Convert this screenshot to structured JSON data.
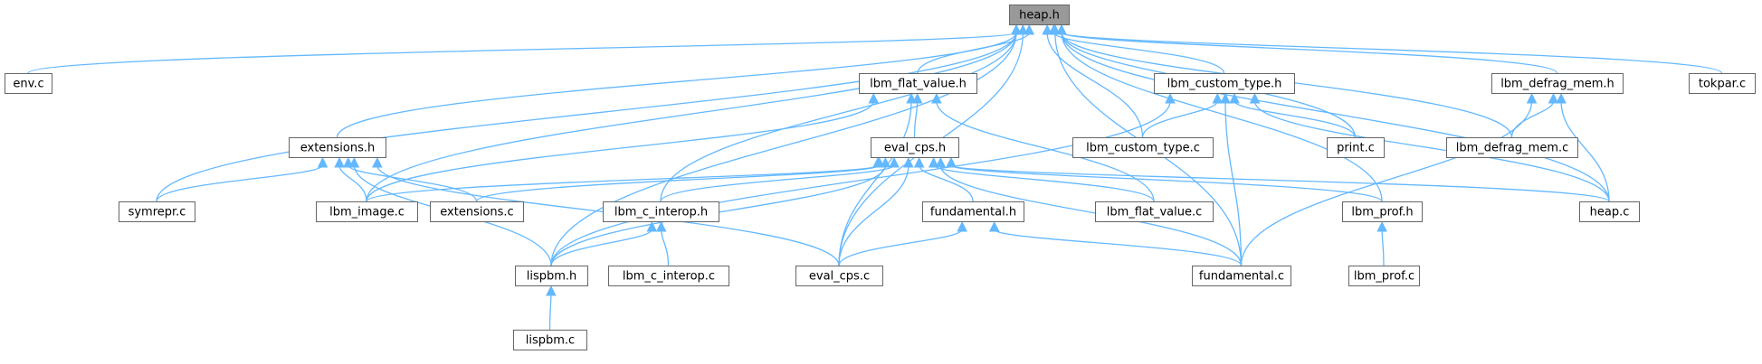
{
  "diagram": {
    "root": "heap.h",
    "nodes": [
      {
        "id": "heap_h",
        "label": "heap.h",
        "root": true
      },
      {
        "id": "env_c",
        "label": "env.c"
      },
      {
        "id": "lbm_flat_value_h",
        "label": "lbm_flat_value.h"
      },
      {
        "id": "lbm_custom_type_h",
        "label": "lbm_custom_type.h"
      },
      {
        "id": "lbm_defrag_mem_h",
        "label": "lbm_defrag_mem.h"
      },
      {
        "id": "tokpar_c",
        "label": "tokpar.c"
      },
      {
        "id": "extensions_h",
        "label": "extensions.h"
      },
      {
        "id": "eval_cps_h",
        "label": "eval_cps.h"
      },
      {
        "id": "lbm_custom_type_c",
        "label": "lbm_custom_type.c"
      },
      {
        "id": "print_c",
        "label": "print.c"
      },
      {
        "id": "lbm_defrag_mem_c",
        "label": "lbm_defrag_mem.c"
      },
      {
        "id": "symrepr_c",
        "label": "symrepr.c"
      },
      {
        "id": "lbm_image_c",
        "label": "lbm_image.c"
      },
      {
        "id": "extensions_c",
        "label": "extensions.c"
      },
      {
        "id": "lbm_c_interop_h",
        "label": "lbm_c_interop.h"
      },
      {
        "id": "fundamental_h",
        "label": "fundamental.h"
      },
      {
        "id": "lbm_flat_value_c",
        "label": "lbm_flat_value.c"
      },
      {
        "id": "lbm_prof_h",
        "label": "lbm_prof.h"
      },
      {
        "id": "heap_c",
        "label": "heap.c"
      },
      {
        "id": "lispbm_h",
        "label": "lispbm.h"
      },
      {
        "id": "lbm_c_interop_c",
        "label": "lbm_c_interop.c"
      },
      {
        "id": "eval_cps_c",
        "label": "eval_cps.c"
      },
      {
        "id": "fundamental_c",
        "label": "fundamental.c"
      },
      {
        "id": "lbm_prof_c",
        "label": "lbm_prof.c"
      },
      {
        "id": "lispbm_c",
        "label": "lispbm.c"
      }
    ],
    "edges": [
      {
        "from": "heap_h",
        "to": "env_c"
      },
      {
        "from": "heap_h",
        "to": "lbm_flat_value_h"
      },
      {
        "from": "heap_h",
        "to": "lbm_custom_type_h"
      },
      {
        "from": "heap_h",
        "to": "lbm_defrag_mem_h"
      },
      {
        "from": "heap_h",
        "to": "tokpar_c"
      },
      {
        "from": "heap_h",
        "to": "extensions_h"
      },
      {
        "from": "heap_h",
        "to": "symrepr_c"
      },
      {
        "from": "heap_h",
        "to": "lbm_image_c"
      },
      {
        "from": "heap_h",
        "to": "lispbm_h"
      },
      {
        "from": "heap_h",
        "to": "lbm_c_interop_h"
      },
      {
        "from": "heap_h",
        "to": "eval_cps_c"
      },
      {
        "from": "heap_h",
        "to": "lbm_custom_type_c"
      },
      {
        "from": "heap_h",
        "to": "fundamental_c"
      },
      {
        "from": "heap_h",
        "to": "print_c"
      },
      {
        "from": "heap_h",
        "to": "lbm_prof_h"
      },
      {
        "from": "heap_h",
        "to": "lbm_defrag_mem_c"
      },
      {
        "from": "heap_h",
        "to": "heap_c"
      },
      {
        "from": "lbm_flat_value_h",
        "to": "eval_cps_h"
      },
      {
        "from": "lbm_flat_value_h",
        "to": "lbm_image_c"
      },
      {
        "from": "lbm_flat_value_h",
        "to": "eval_cps_c"
      },
      {
        "from": "lbm_flat_value_h",
        "to": "lbm_flat_value_c"
      },
      {
        "from": "lbm_custom_type_h",
        "to": "lbm_custom_type_c"
      },
      {
        "from": "lbm_custom_type_h",
        "to": "print_c"
      },
      {
        "from": "lbm_custom_type_h",
        "to": "lispbm_h"
      },
      {
        "from": "lbm_custom_type_h",
        "to": "fundamental_c"
      },
      {
        "from": "lbm_custom_type_h",
        "to": "heap_c"
      },
      {
        "from": "lbm_defrag_mem_h",
        "to": "lbm_defrag_mem_c"
      },
      {
        "from": "lbm_defrag_mem_h",
        "to": "heap_c"
      },
      {
        "from": "lbm_defrag_mem_h",
        "to": "fundamental_c"
      },
      {
        "from": "extensions_h",
        "to": "symrepr_c"
      },
      {
        "from": "extensions_h",
        "to": "lbm_image_c"
      },
      {
        "from": "extensions_h",
        "to": "extensions_c"
      },
      {
        "from": "extensions_h",
        "to": "lispbm_h"
      },
      {
        "from": "extensions_h",
        "to": "eval_cps_c"
      },
      {
        "from": "eval_cps_h",
        "to": "lbm_image_c"
      },
      {
        "from": "eval_cps_h",
        "to": "extensions_c"
      },
      {
        "from": "eval_cps_h",
        "to": "lbm_c_interop_h"
      },
      {
        "from": "eval_cps_h",
        "to": "fundamental_h"
      },
      {
        "from": "eval_cps_h",
        "to": "lbm_flat_value_c"
      },
      {
        "from": "eval_cps_h",
        "to": "lbm_prof_h"
      },
      {
        "from": "eval_cps_h",
        "to": "heap_c"
      },
      {
        "from": "eval_cps_h",
        "to": "lispbm_h"
      },
      {
        "from": "eval_cps_h",
        "to": "eval_cps_c"
      },
      {
        "from": "eval_cps_h",
        "to": "fundamental_c"
      },
      {
        "from": "lbm_c_interop_h",
        "to": "lispbm_h"
      },
      {
        "from": "lbm_c_interop_h",
        "to": "lbm_c_interop_c"
      },
      {
        "from": "fundamental_h",
        "to": "eval_cps_c"
      },
      {
        "from": "fundamental_h",
        "to": "fundamental_c"
      },
      {
        "from": "lbm_prof_h",
        "to": "lbm_prof_c"
      },
      {
        "from": "lispbm_h",
        "to": "lispbm_c"
      }
    ]
  }
}
